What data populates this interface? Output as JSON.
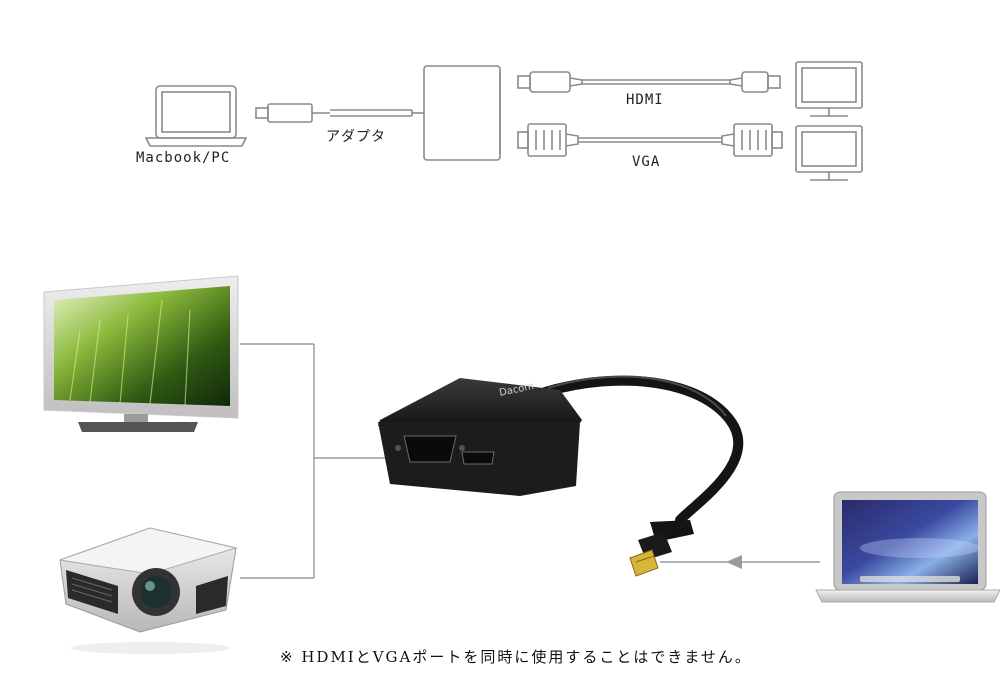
{
  "top_diagram": {
    "source_label": "Macbook/PC",
    "adapter_label": "アダプタ",
    "output_1_label": "HDMI",
    "output_2_label": "VGA"
  },
  "product_photo": {
    "brand_text": "Dacom"
  },
  "footer_note": "※ HDMIとVGAポートを同時に使用することはできません。",
  "colors": {
    "line_art": "#8a8a8a",
    "adapter_body": "#1c1c1c",
    "connector_gold": "#d8b43a"
  }
}
